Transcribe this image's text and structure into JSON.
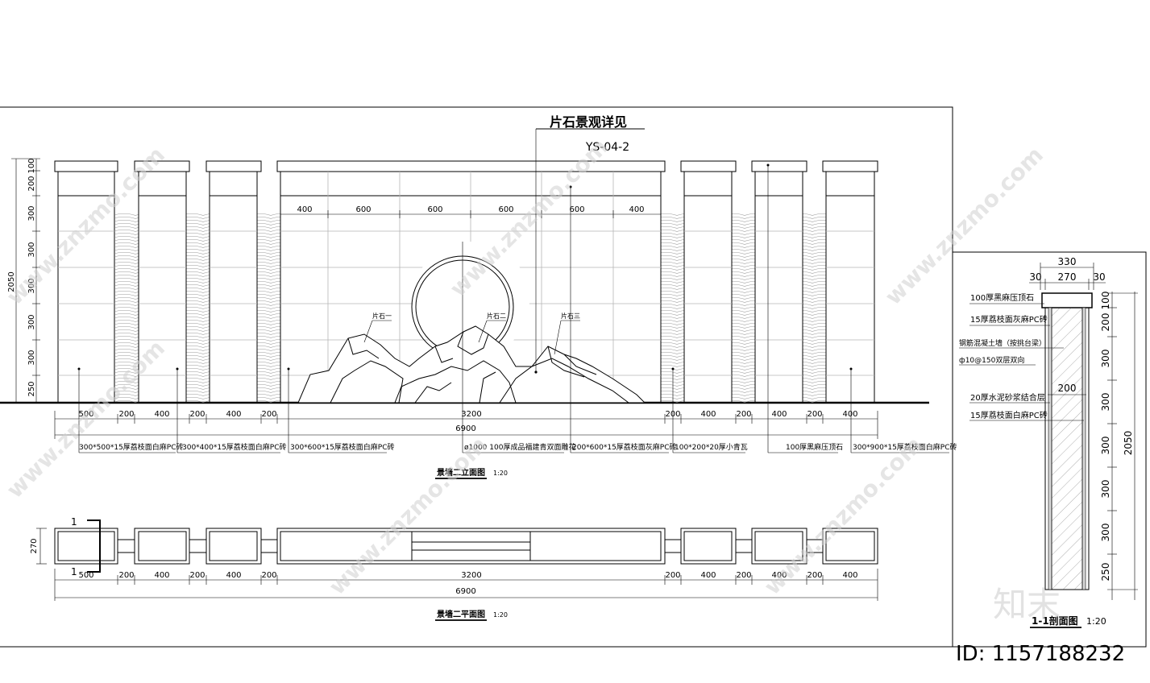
{
  "callout": {
    "title": "片石景观详见",
    "ref": "YS-04-2"
  },
  "elevation": {
    "caption": "景墙二立面图",
    "scale": "1:20",
    "vertical_dims": [
      "100",
      "200",
      "300",
      "300",
      "300",
      "300",
      "300",
      "250"
    ],
    "total_height": "2050",
    "grid_dims": [
      "400",
      "600",
      "600",
      "600",
      "600",
      "400"
    ],
    "rock_labels": [
      "片石一",
      "片石二",
      "片石三"
    ],
    "bottom_dims": [
      "500",
      "200",
      "400",
      "200",
      "400",
      "200",
      "3200",
      "200",
      "400",
      "200",
      "400",
      "200",
      "400"
    ],
    "total_width": "6900",
    "materials": [
      "300*500*15厚荔枝面白麻PC砖",
      "300*400*15厚荔枝面白麻PC砖",
      "300*600*15厚荔枝面白麻PC砖",
      "ø1000  100厚成品福建青双面雕花",
      "200*600*15厚荔枝面灰麻PC砖",
      "100*200*20厚小青瓦",
      "100厚黑麻压顶石",
      "300*900*15厚荔枝面白麻PC砖"
    ]
  },
  "plan": {
    "caption": "景墙二平面图",
    "scale": "1:20",
    "depth": "270",
    "section_mark": "1",
    "bottom_dims": [
      "500",
      "200",
      "400",
      "200",
      "400",
      "200",
      "3200",
      "200",
      "400",
      "200",
      "400",
      "200",
      "400"
    ],
    "total_width": "6900"
  },
  "section": {
    "caption": "1-1剖面图",
    "scale": "1:20",
    "top_dims": {
      "total": "330",
      "left": "30",
      "mid": "270",
      "right": "30"
    },
    "inner_width": "200",
    "labels": [
      "100厚黑麻压顶石",
      "15厚荔枝面灰麻PC砖",
      "钢筋混凝土墙（按挑台梁）",
      "ф10@150双层双向",
      "20厚水泥砂浆结合层",
      "15厚荔枝面白麻PC砖"
    ],
    "right_dims": [
      "100",
      "200",
      "300",
      "300",
      "300",
      "300",
      "300",
      "250"
    ],
    "total": "2050"
  },
  "watermark": {
    "text": "www.znzmo.com",
    "brand": "知末",
    "id_label": "ID: 1157188232"
  }
}
